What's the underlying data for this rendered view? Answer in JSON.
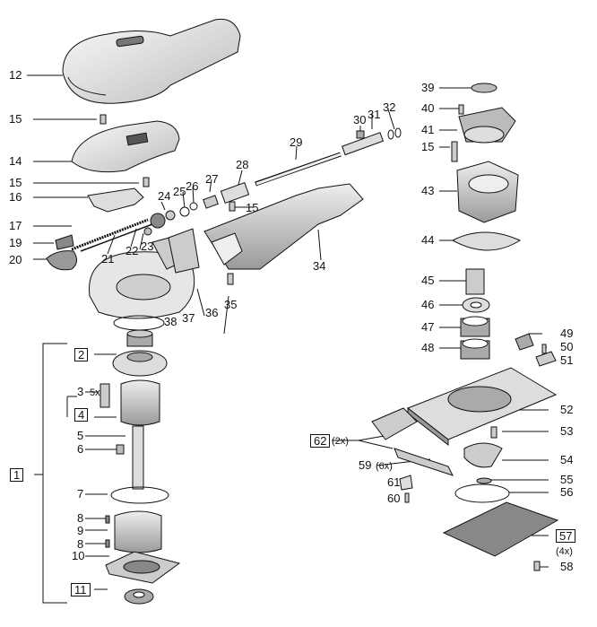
{
  "parts": {
    "p1": "1",
    "p2": "2",
    "p3": "3",
    "p3_qty": "5x",
    "p4": "4",
    "p5": "5",
    "p6": "6",
    "p7": "7",
    "p8a": "8",
    "p8b": "8",
    "p9": "9",
    "p10": "10",
    "p11": "11",
    "p12": "12",
    "p14": "14",
    "p15a": "15",
    "p15b": "15",
    "p15c": "15",
    "p15d": "15",
    "p16": "16",
    "p17": "17",
    "p19": "19",
    "p20": "20",
    "p21": "21",
    "p22": "22",
    "p23": "23",
    "p24": "24",
    "p25": "25",
    "p26": "26",
    "p27": "27",
    "p28": "28",
    "p29": "29",
    "p30": "30",
    "p31": "31",
    "p32": "32",
    "p34": "34",
    "p35": "35",
    "p36": "36",
    "p37": "37",
    "p38": "38",
    "p39": "39",
    "p40": "40",
    "p41": "41",
    "p43": "43",
    "p44": "44",
    "p45": "45",
    "p46": "46",
    "p47": "47",
    "p48": "48",
    "p49": "49",
    "p50": "50",
    "p51": "51",
    "p52": "52",
    "p53": "53",
    "p54": "54",
    "p55": "55",
    "p56": "56",
    "p57": "57",
    "p57_qty": "(4x)",
    "p58": "58",
    "p59": "59",
    "p59_qty": "(6x)",
    "p60": "60",
    "p61": "61",
    "p62": "62",
    "p62_qty": "(2x)"
  },
  "colors": {
    "line": "#111111",
    "fill": "#f2f2f2",
    "shade": "#bdbdbd",
    "dark": "#555555"
  }
}
